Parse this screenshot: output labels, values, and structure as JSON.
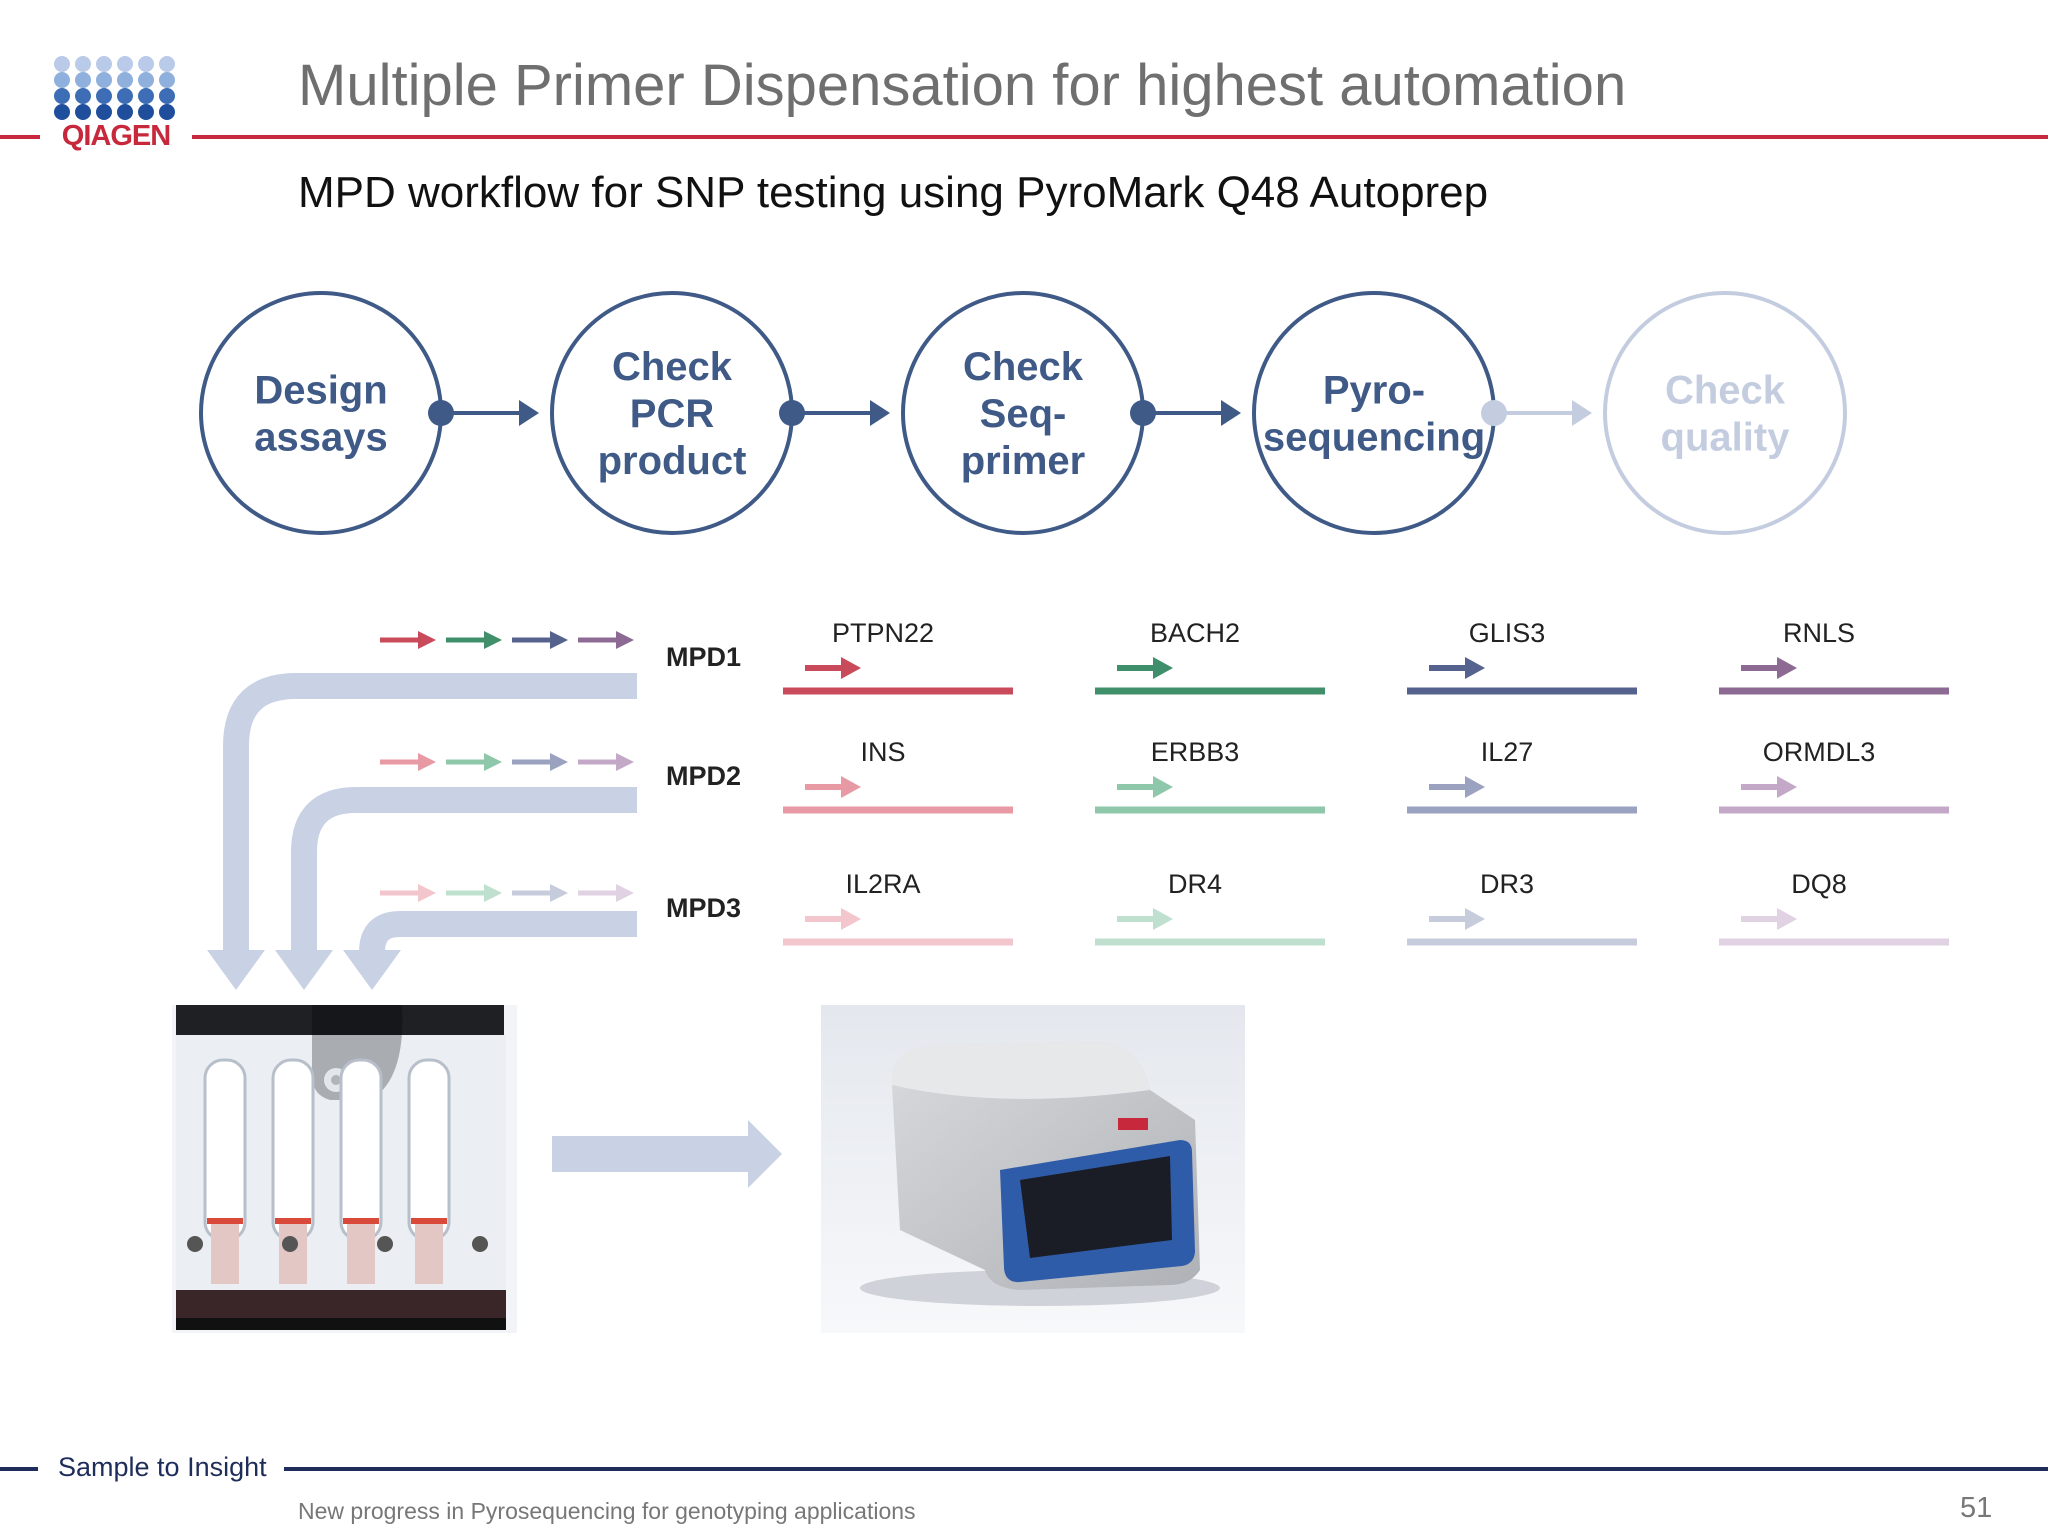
{
  "header": {
    "title": "Multiple Primer Dispensation for highest automation",
    "subtitle": "MPD workflow for SNP testing using PyroMark Q48 Autoprep",
    "logo_text": "QIAGEN"
  },
  "workflow": {
    "steps": [
      {
        "lines": [
          "Design",
          "assays"
        ],
        "active": true
      },
      {
        "lines": [
          "Check",
          "PCR",
          "product"
        ],
        "active": true
      },
      {
        "lines": [
          "Check",
          "Seq-",
          "primer"
        ],
        "active": true
      },
      {
        "lines": [
          "Pyro-",
          "sequencing"
        ],
        "active": true
      },
      {
        "lines": [
          "Check",
          "quality"
        ],
        "active": false
      }
    ],
    "colors": {
      "active": "#3f5a87",
      "inactive": "#c4cde0"
    }
  },
  "mpd": {
    "rows": [
      {
        "label": "MPD1",
        "genes": [
          "PTPN22",
          "BACH2",
          "GLIS3",
          "RNLS"
        ],
        "shade": 0
      },
      {
        "label": "MPD2",
        "genes": [
          "INS",
          "ERBB3",
          "IL27",
          "ORMDL3"
        ],
        "shade": 1
      },
      {
        "label": "MPD3",
        "genes": [
          "IL2RA",
          "DR4",
          "DR3",
          "DQ8"
        ],
        "shade": 2
      }
    ],
    "column_colors": [
      [
        "#c94a5a",
        "#e79aa4",
        "#f2c6cc"
      ],
      [
        "#3f8f6a",
        "#8fc7ab",
        "#bfe0cf"
      ],
      [
        "#56628e",
        "#9aa2c0",
        "#c7ccdd"
      ],
      [
        "#8d6a93",
        "#c4a8c8",
        "#e0d2e2"
      ]
    ],
    "flow_arrow_color": "#c9d2e4"
  },
  "images": [
    {
      "name": "cartridge-photo",
      "desc": "cartridge"
    },
    {
      "name": "instrument-photo",
      "desc": "PyroMark Q48 Autoprep instrument"
    }
  ],
  "footer": {
    "brand": "Sample to Insight",
    "note": "New progress in Pyrosequencing for genotyping applications",
    "page_number": "51"
  }
}
